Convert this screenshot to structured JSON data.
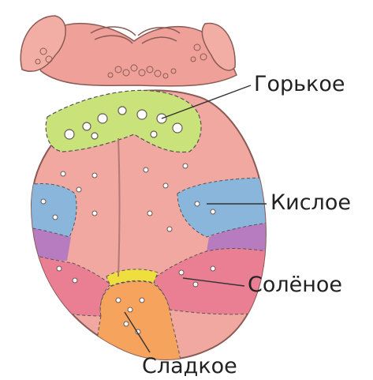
{
  "diagram": {
    "labels": {
      "bitter": "Горькое",
      "sour": "Кислое",
      "salty": "Солёное",
      "sweet": "Сладкое"
    },
    "colors": {
      "tongue": "#f0a8a0",
      "bitter_zone": "#c9e27a",
      "sour_zone": "#8ab6dc",
      "side_purple": "#b77bbf",
      "salty_zone": "#ea7f93",
      "sweet_zone": "#f6a35e",
      "tip_yellow": "#eede3e",
      "leader_line": "#333333"
    }
  }
}
